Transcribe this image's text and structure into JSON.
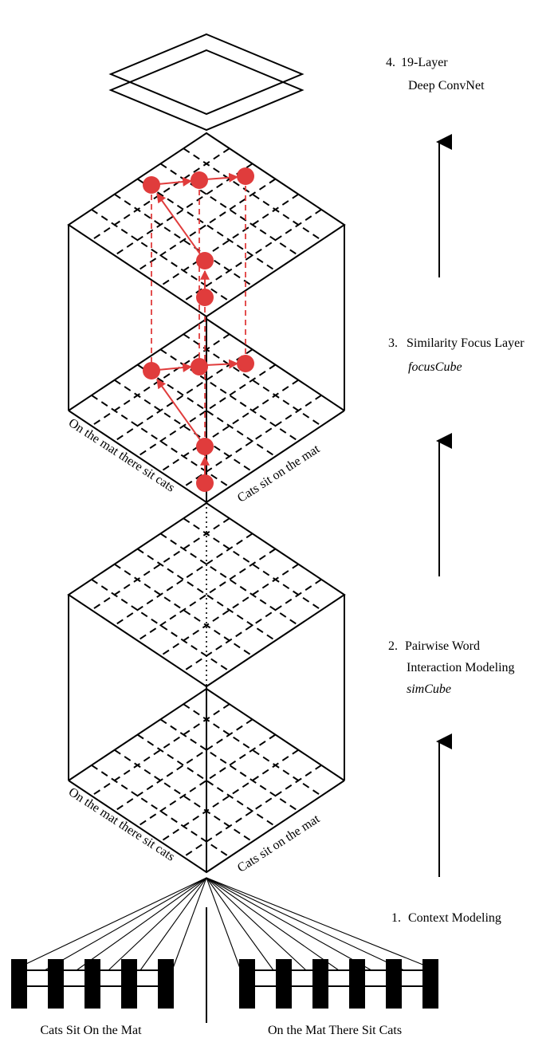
{
  "steps": [
    {
      "number": "4.",
      "lines": [
        "19-Layer",
        "Deep ConvNet"
      ],
      "italic": ""
    },
    {
      "number": "3.",
      "lines": [
        "Similarity Focus Layer"
      ],
      "italic": "focusCube"
    },
    {
      "number": "2.",
      "lines": [
        "Pairwise Word",
        "Interaction Modeling"
      ],
      "italic": "simCube"
    },
    {
      "number": "1.",
      "lines": [
        "Context Modeling"
      ],
      "italic": ""
    }
  ],
  "axis_labels": {
    "focus_left": "On the mat there sit cats",
    "focus_right": "Cats sit on the mat",
    "sim_left": "On the mat there sit cats",
    "sim_right": "Cats sit on the mat"
  },
  "sentences": {
    "left": "Cats Sit On the Mat",
    "right": "On the Mat There Sit Cats"
  },
  "colors": {
    "highlight": "#e03c3c",
    "ink": "#000000"
  }
}
